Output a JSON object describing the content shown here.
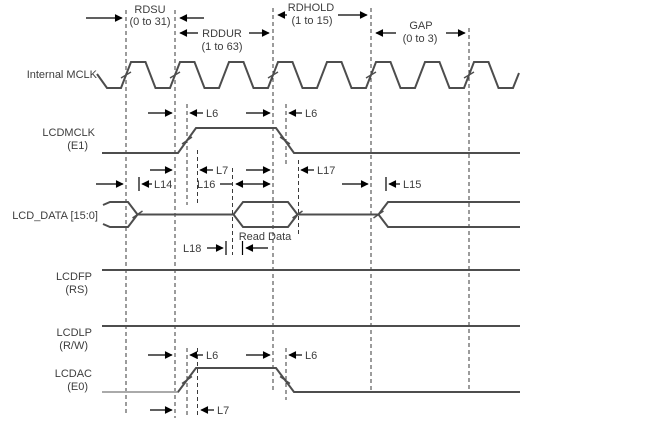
{
  "diagram": {
    "regions": {
      "rdsu": {
        "name": "RDSU",
        "range": "(0 to 31)"
      },
      "rddur": {
        "name": "RDDUR",
        "range": "(1 to 63)"
      },
      "rdhold": {
        "name": "RDHOLD",
        "range": "(1 to 15)"
      },
      "gap": {
        "name": "GAP",
        "range": "(0 to 3)"
      }
    },
    "signals": {
      "internal_mclk": {
        "name": "Internal MCLK"
      },
      "lcdmclk": {
        "name": "LCDMCLK",
        "pin": "(E1)"
      },
      "lcd_data": {
        "name": "LCD_DATA [15:0]"
      },
      "lcdfp": {
        "name": "LCDFP",
        "pin": "(RS)"
      },
      "lcdlp": {
        "name": "LCDLP",
        "pin": "(R/W)"
      },
      "lcdac": {
        "name": "LCDAC",
        "pin": "(E0)"
      }
    },
    "timings": {
      "l6": "L6",
      "l7": "L7",
      "l14": "L14",
      "l15": "L15",
      "l16": "L16",
      "l17": "L17",
      "l18": "L18"
    },
    "annotations": {
      "read_data": "Read Data"
    },
    "colors": {
      "waveform": "#4d4d4d",
      "annotation": "#000000",
      "text": "#3d3d3d",
      "inactive_line": "#aaaaaa",
      "background": "#ffffff"
    }
  }
}
